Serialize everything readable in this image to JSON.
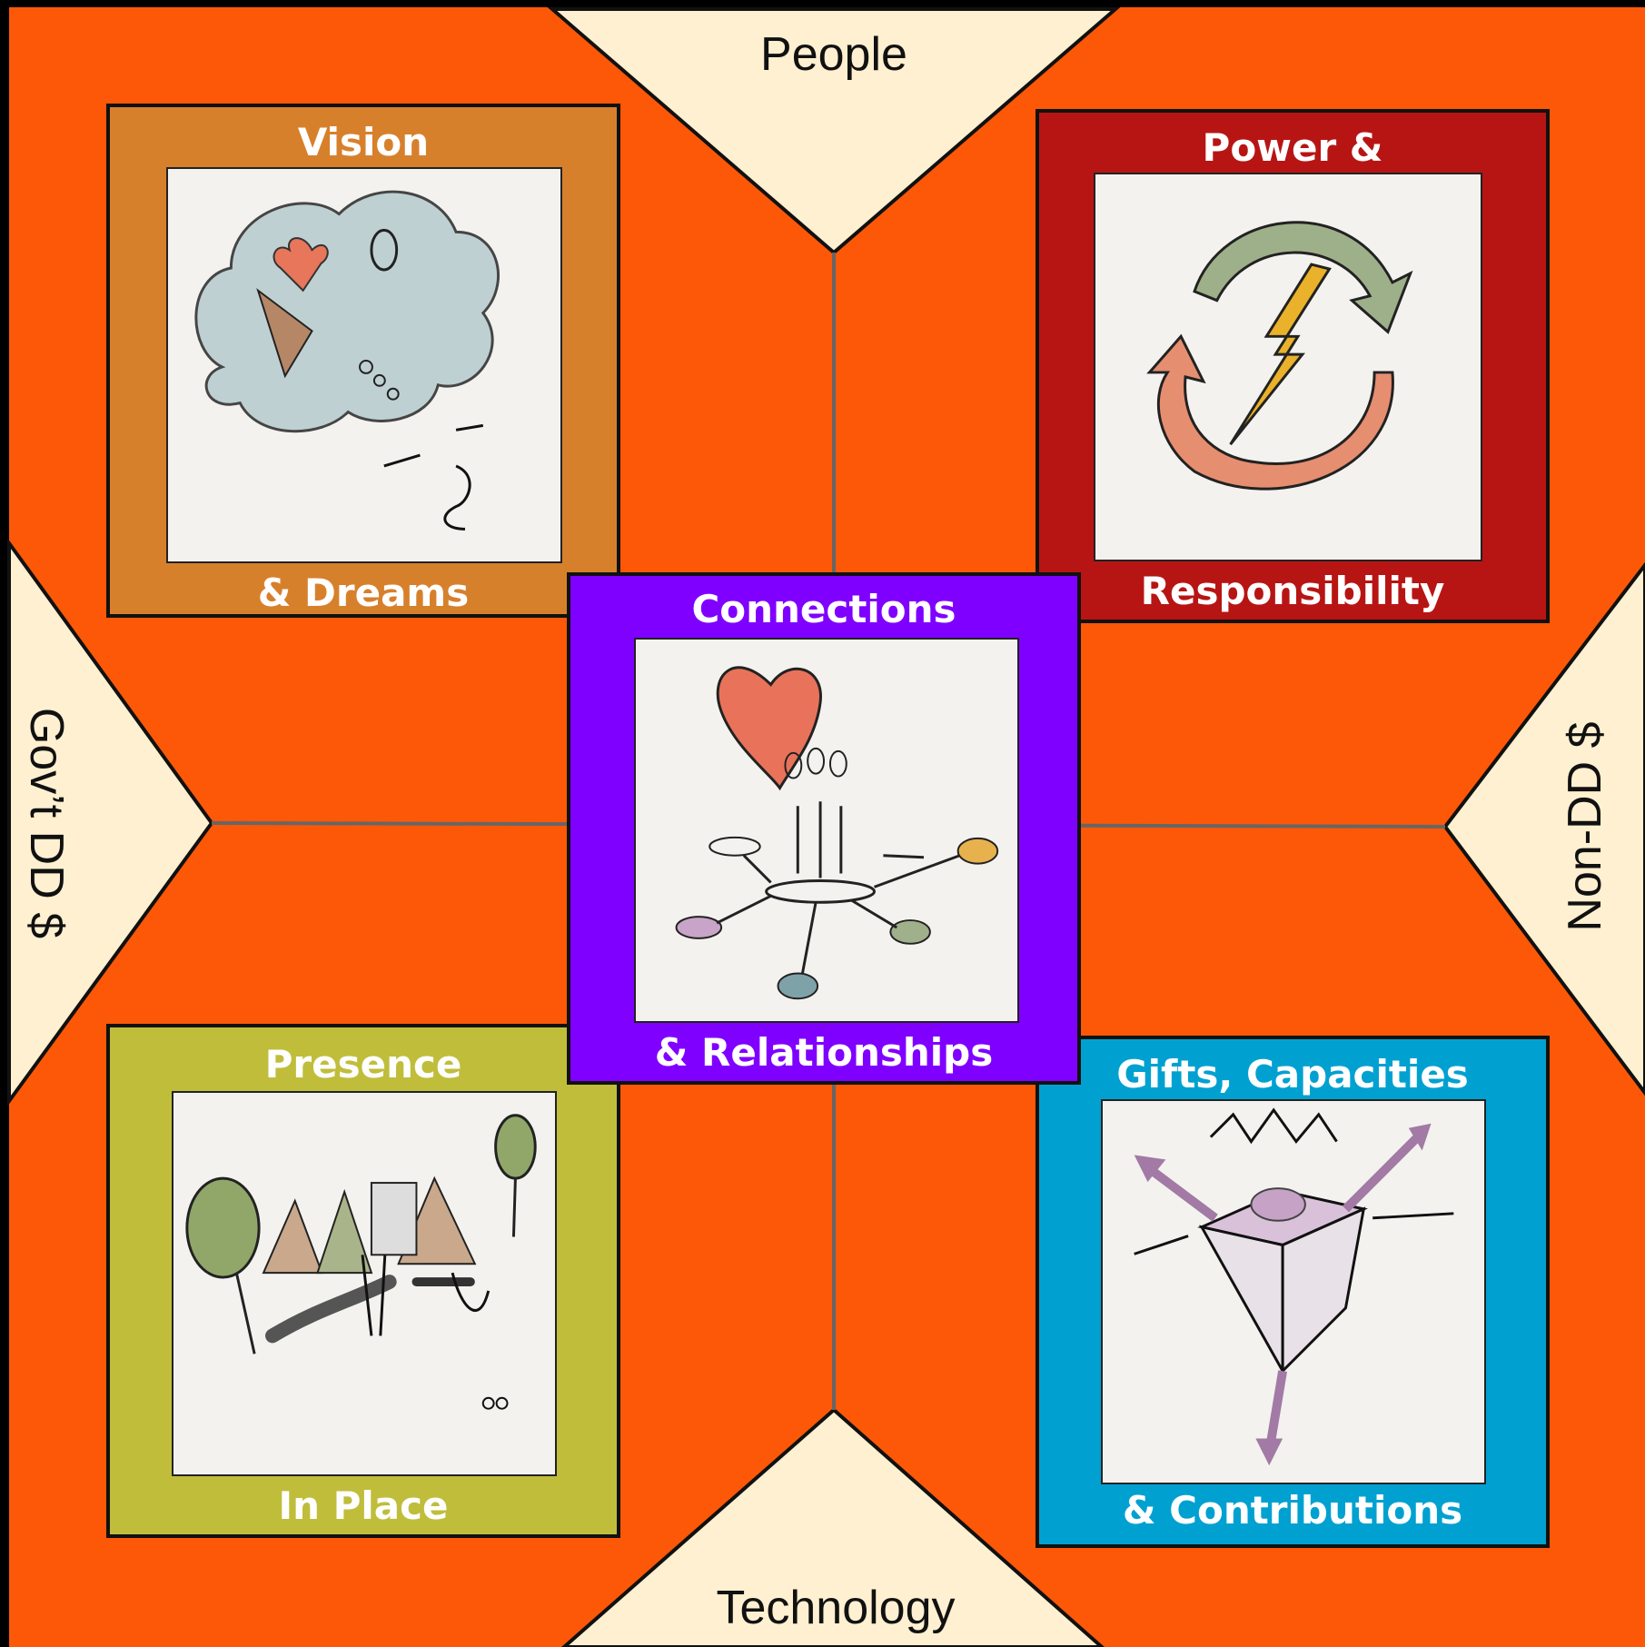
{
  "colors": {
    "background": "#fc5808",
    "triangle": "#fef0d0",
    "divider": "#666666",
    "vision": "#d7802c",
    "power": "#b71514",
    "connections": "#8000ff",
    "presence": "#c0bd3b",
    "gifts": "#00a1d1",
    "panel": "#f3f2ee"
  },
  "triangles": {
    "top": "People",
    "bottom": "Technology",
    "left": "Gov’t DD $",
    "right": "Non-DD $"
  },
  "boxes": {
    "vision": {
      "title_top": "Vision",
      "title_bottom": "& Dreams",
      "icon": "thought-cloud-icon"
    },
    "power": {
      "title_top": "Power &",
      "title_bottom": "Responsibility",
      "icon": "cycle-arrows-lightning-icon"
    },
    "connections": {
      "title_top": "Connections",
      "title_bottom": "& Relationships",
      "icon": "heart-network-icon"
    },
    "presence": {
      "title_top": "Presence",
      "title_bottom": "In Place",
      "icon": "neighborhood-icon"
    },
    "gifts": {
      "title_top": "Gifts, Capacities",
      "title_bottom": "& Contributions",
      "icon": "open-box-arrows-icon"
    }
  }
}
